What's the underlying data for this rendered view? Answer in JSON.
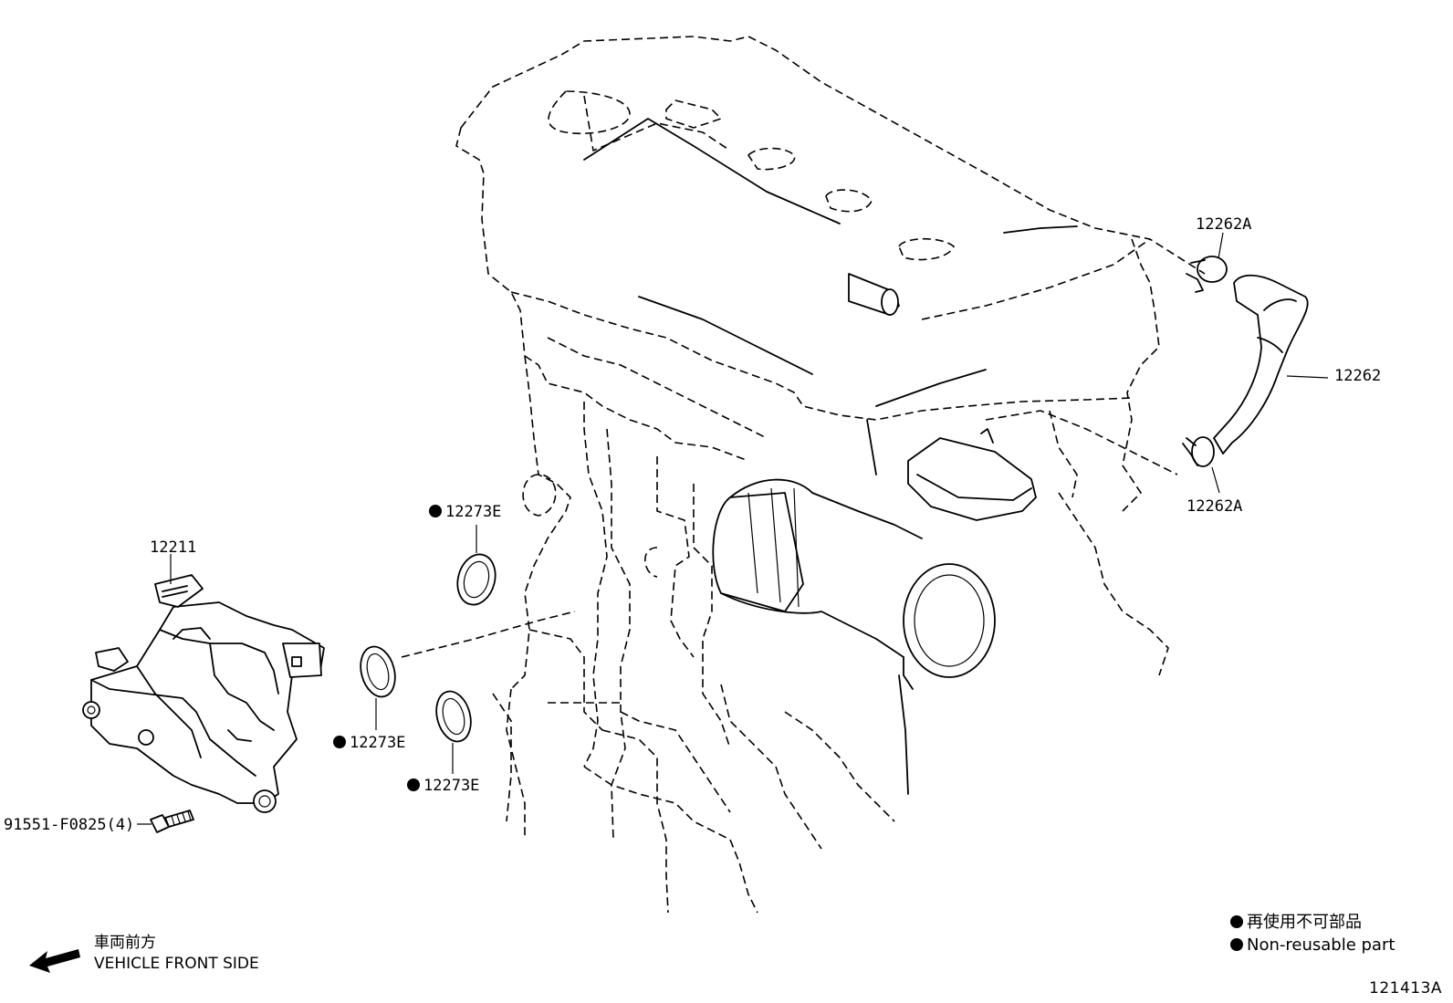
{
  "parts": {
    "cover": "12211",
    "bolt": "91551-F0825(4)",
    "hose": "12262",
    "clip_upper": "12262A",
    "clip_lower": "12262A",
    "gasket_1": "12273E",
    "gasket_2": "12273E",
    "gasket_3": "12273E"
  },
  "legend": {
    "japanese": "再使用不可部品",
    "english": "Non-reusable part"
  },
  "direction": {
    "japanese": "車両前方",
    "english": "VEHICLE FRONT SIDE"
  },
  "diagram_id": "121413A"
}
